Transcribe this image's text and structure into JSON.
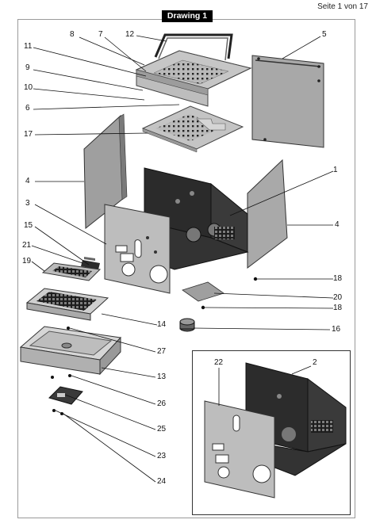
{
  "page": {
    "counter": "Seite 1 von 17",
    "title": "Drawing 1"
  },
  "callouts": {
    "c1": "1",
    "c2": "2",
    "c3": "3",
    "c4a": "4",
    "c4b": "4",
    "c5": "5",
    "c6": "6",
    "c7": "7",
    "c8": "8",
    "c9": "9",
    "c10": "10",
    "c11": "11",
    "c12": "12",
    "c13": "13",
    "c14": "14",
    "c15": "15",
    "c16": "16",
    "c17": "17",
    "c18a": "18",
    "c18b": "18",
    "c19": "19",
    "c20": "20",
    "c21": "21",
    "c22": "22",
    "c23": "23",
    "c24": "24",
    "c25": "25",
    "c26": "26",
    "c27": "27"
  },
  "colors": {
    "panel_gray": "#a4a4a4",
    "frame_black": "#2b2b2b",
    "light_panel": "#cfcfcf",
    "line": "#111111"
  }
}
